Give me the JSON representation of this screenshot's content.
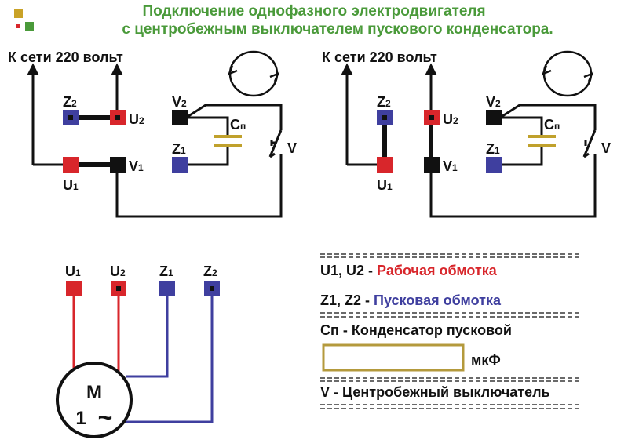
{
  "title": {
    "line1": "Подключение однофазного электродвигателя",
    "line2": "с центробежным выключателем пускового конденсатора."
  },
  "network_label": "К сети 220 вольт",
  "terminals": {
    "u": "U",
    "z": "Z",
    "v": "V",
    "sub1": "1",
    "sub2": "2"
  },
  "capacitor": {
    "main": "С",
    "sub": "п"
  },
  "switch_label": "V",
  "motor": {
    "letter": "M",
    "phase": "1",
    "ac": "~"
  },
  "legend": {
    "working": {
      "terms": "U1, U2 -",
      "text": "Рабочая обмотка"
    },
    "starting": {
      "terms": "Z1, Z2 -",
      "text": "Пусковая обмотка"
    },
    "capacitor": {
      "terms": "Сп -",
      "text": "Конденсатор пусковой"
    },
    "capacitance_unit": "мкФ",
    "switch": {
      "terms": "V -",
      "text": "Центробежный выключатель"
    }
  },
  "colors": {
    "red": "#d8262b",
    "blue": "#3f3f9f",
    "black": "#111111",
    "green_title": "#4a9a3a",
    "capacitor": "#c0a12c",
    "legend_box": "#b49a3c",
    "logo_gold": "#c9a227",
    "logo_green": "#4a9a3a"
  },
  "icons": [
    "rotation-arrows-icon",
    "capacitor-icon",
    "centrifugal-switch-icon",
    "motor-icon",
    "logo-icon"
  ]
}
